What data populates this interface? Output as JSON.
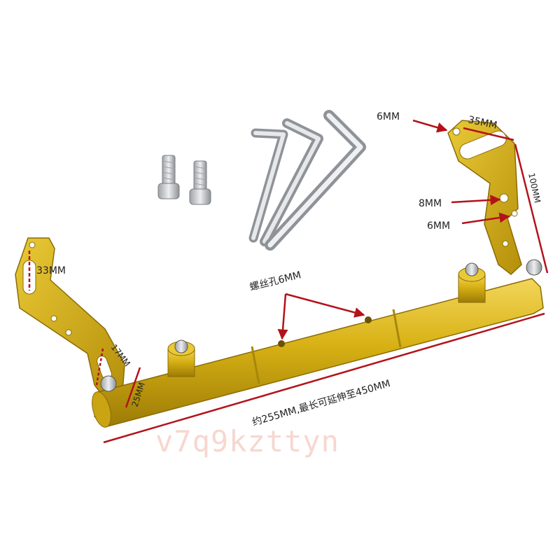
{
  "labels": {
    "top_hole": "6MM",
    "top_width": "35MM",
    "right_height": "100MM",
    "mid_hole_8": "8MM",
    "mid_hole_6": "6MM",
    "left_slot": "33MM",
    "screw_hole": "螺丝孔6MM",
    "left_small": "17MM",
    "left_bottom": "25MM",
    "bar_length": "约255MM,最长可延伸至450MM"
  },
  "watermark": "v7q9kzttyn",
  "colors": {
    "gold": "#d4ad10",
    "gold_light": "#f0d24a",
    "gold_dark": "#9a7a06",
    "arrow_red": "#b3121a",
    "steel": "#c9ccd0",
    "background": "#ffffff"
  }
}
